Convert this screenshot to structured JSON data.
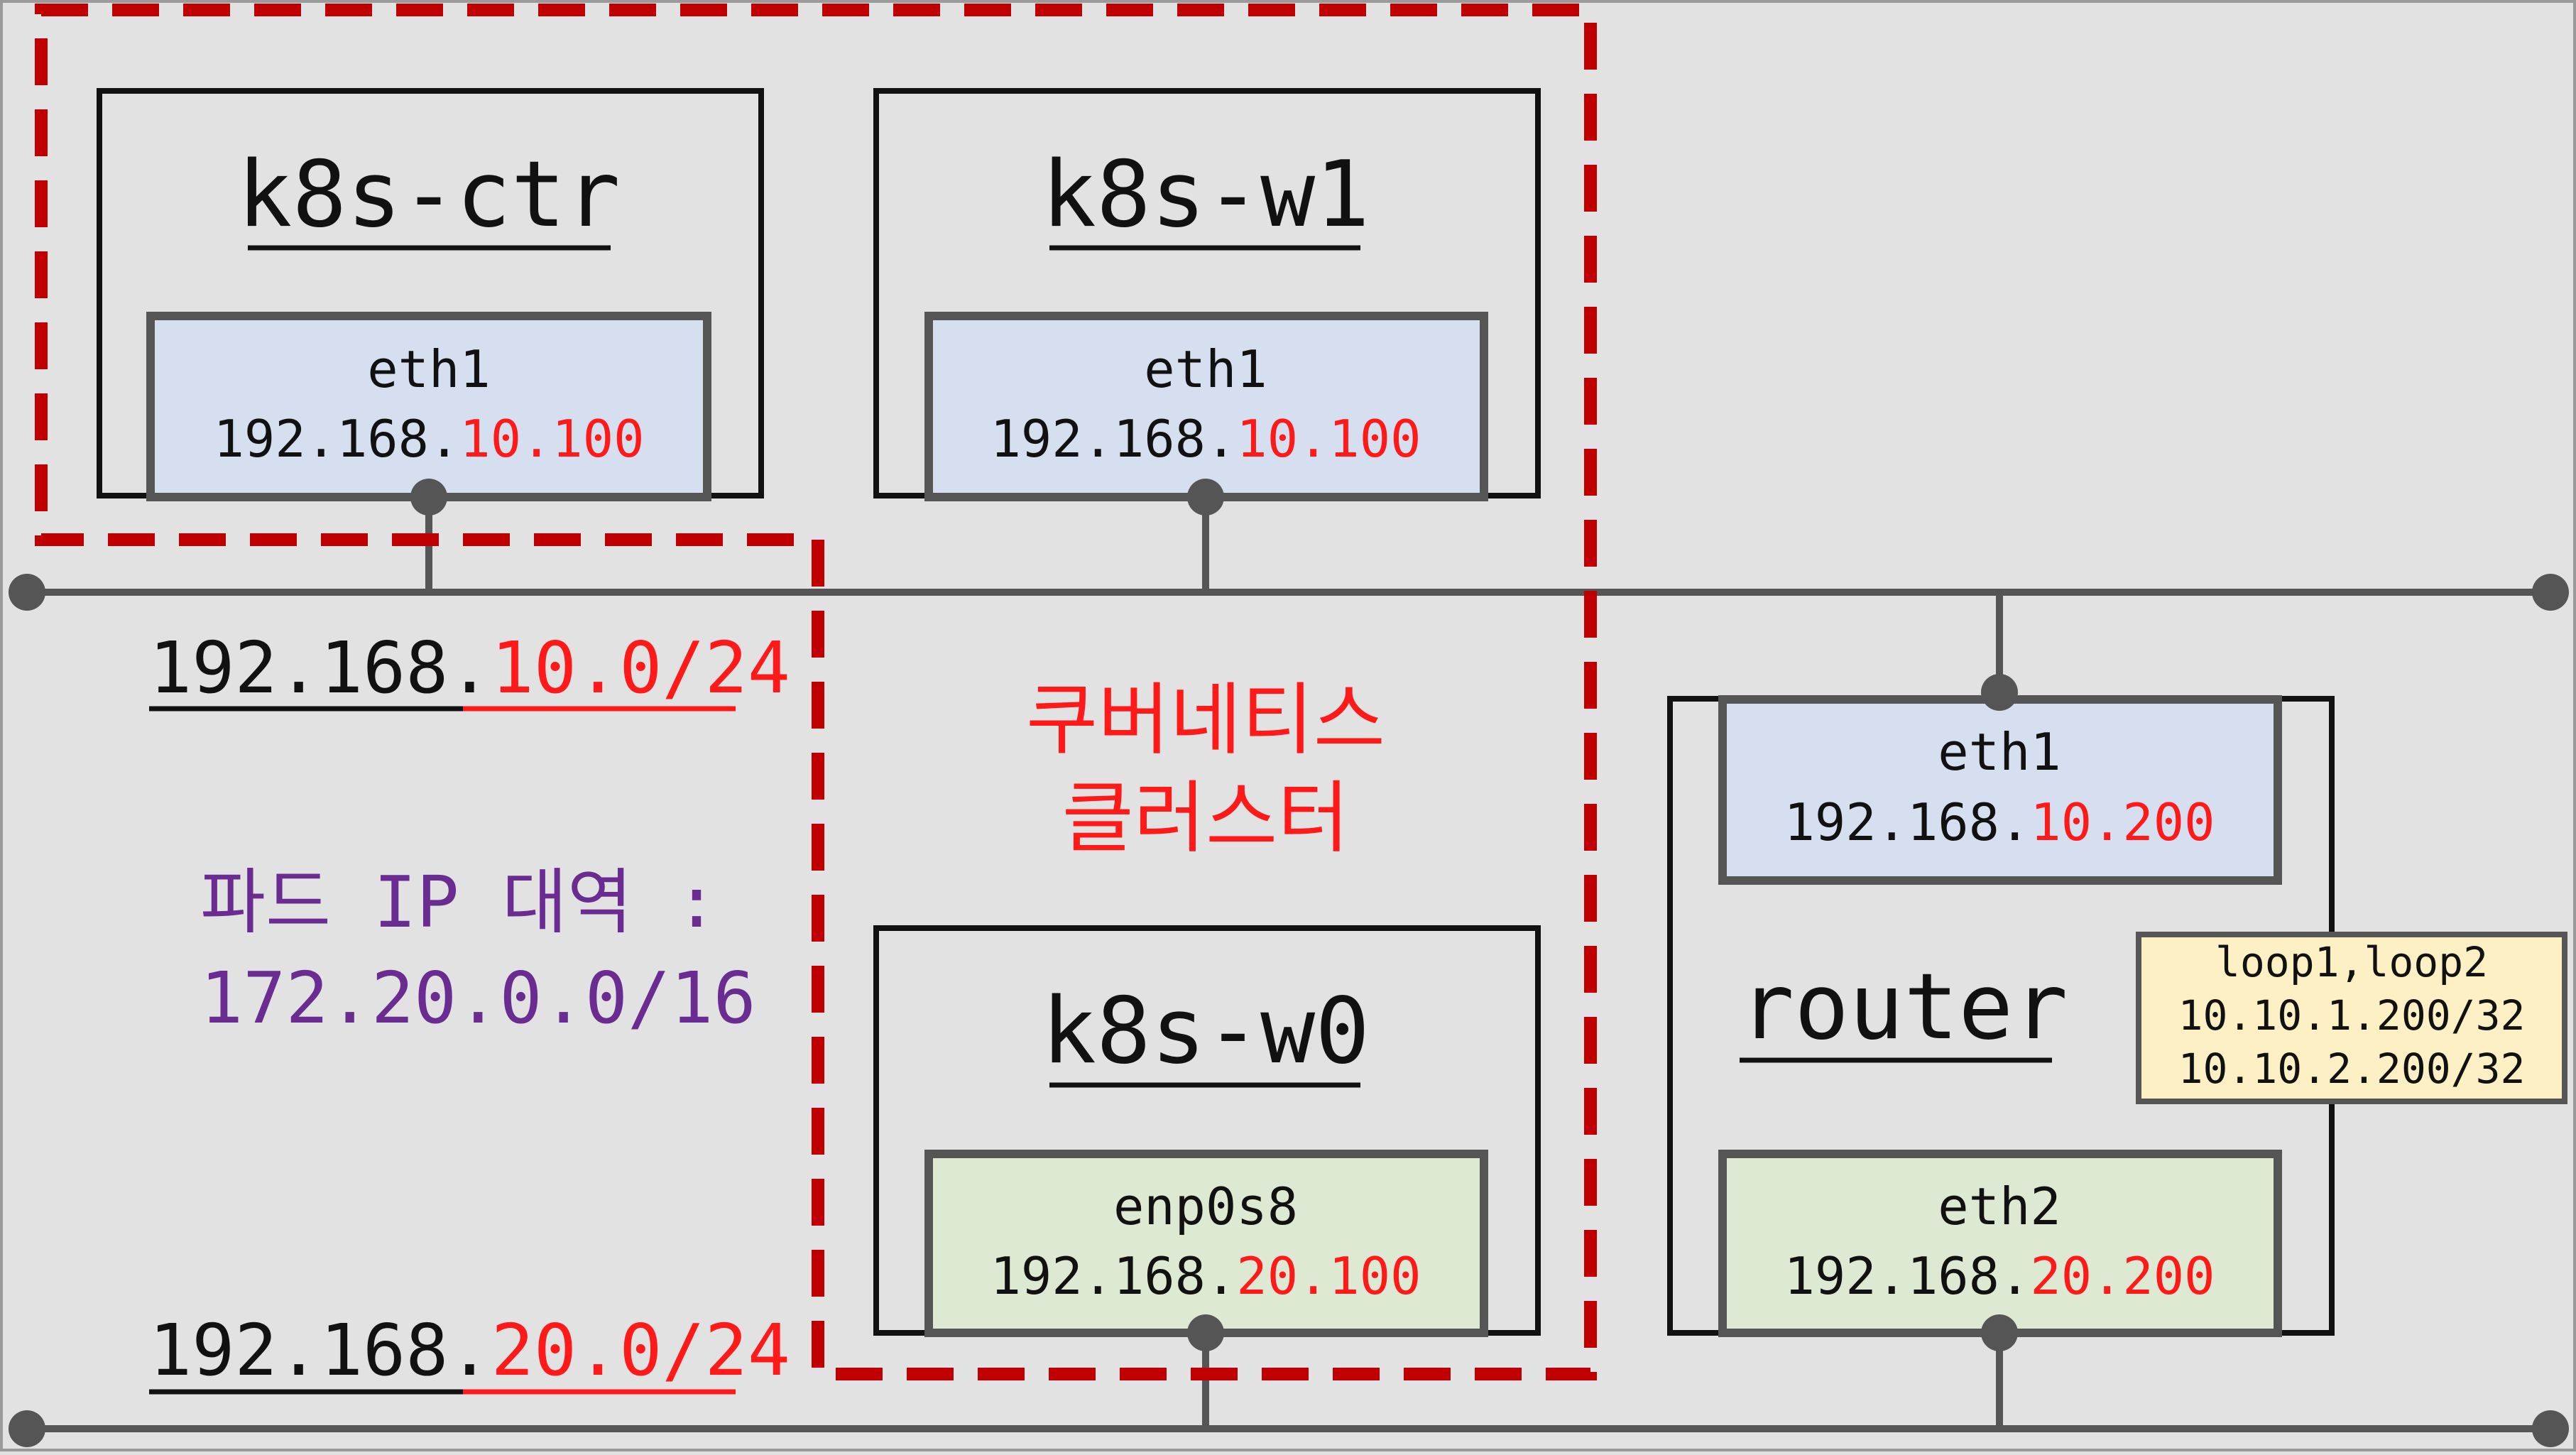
{
  "nodes": {
    "ctr": {
      "title": "k8s-ctr",
      "iface": {
        "name": "eth1",
        "ip_prefix": "192.168.",
        "ip_suffix": "10.100"
      }
    },
    "w1": {
      "title": "k8s-w1",
      "iface": {
        "name": "eth1",
        "ip_prefix": "192.168.",
        "ip_suffix": "10.100"
      }
    },
    "w0": {
      "title": "k8s-w0",
      "iface": {
        "name": "enp0s8",
        "ip_prefix": "192.168.",
        "ip_suffix": "20.100"
      }
    },
    "router": {
      "title": "router",
      "eth1": {
        "name": "eth1",
        "ip_prefix": "192.168.",
        "ip_suffix": "10.200"
      },
      "eth2": {
        "name": "eth2",
        "ip_prefix": "192.168.",
        "ip_suffix": "20.200"
      },
      "loopback": {
        "names": "loop1,loop2",
        "ip1": "10.10.1.200/32",
        "ip2": "10.10.2.200/32"
      }
    }
  },
  "networks": {
    "net10": {
      "prefix": "192.168.",
      "suffix": "10.0/24"
    },
    "net20": {
      "prefix": "192.168.",
      "suffix": "20.0/24"
    }
  },
  "cluster_label": {
    "line1": "쿠버네티스",
    "line2": "클러스터"
  },
  "pod_range": {
    "line1": "파드 IP 대역 :",
    "line2": "172.20.0.0/16"
  },
  "colors": {
    "background": "#e2e2e2",
    "red_text": "#ff1a1a",
    "dashed_border": "#c00000",
    "pod_text": "#6a2c91",
    "eth_blue_fill": "#d6dff0",
    "eth_green_fill": "#dde9d3",
    "loop_fill": "#fdf0c4",
    "line_gray": "#555555"
  }
}
